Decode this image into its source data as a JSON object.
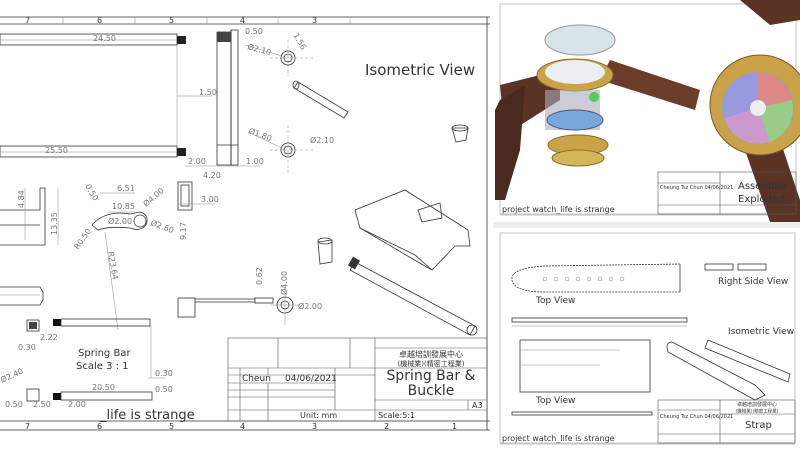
{
  "left_sheet": {
    "border_numbers_top": [
      "7",
      "6",
      "5",
      "4",
      "3"
    ],
    "border_numbers_bottom": [
      "7",
      "6",
      "5",
      "4",
      "3",
      "2",
      "1"
    ],
    "isometric_label": "Isometric View",
    "section_label_line1": "Spring Bar",
    "section_label_line2": "Scale 3 : 1",
    "project_text": "_life is strange",
    "dimensions": {
      "d1": "24.50",
      "d2": "25.50",
      "d3": "1.50",
      "d4": "0.50",
      "d5": "Ø2.10",
      "d6": "1.56",
      "d7": "Ø1.80",
      "d8": "Ø2.10",
      "d9": "2.00",
      "d10": "1.00",
      "d11": "4.20",
      "d12": "3.00",
      "d13": "9.17",
      "d14": "4.84",
      "d15": "13.35",
      "d16": "6.51",
      "d17": "10.85",
      "d18": "Ø4.00",
      "d19": "Ø2.60",
      "d20": "Ø2.00",
      "d21": "R0.50",
      "d22": "0.50",
      "d23": "R23.64",
      "d24": "0.62",
      "d25": "Ø4.00",
      "d26": "Ø2.00",
      "d27": "2.22",
      "d28": "0.30",
      "d29": "0.30",
      "d30": "0.50",
      "d31": "20.50",
      "d32": "2.00",
      "d33": "2.50",
      "d34": "0.50",
      "d35": "Ø2.40"
    },
    "title_block": {
      "org_line1": "卓越培訓發展中心",
      "org_line2": "(機械業)(精密工程業)",
      "drawn_by": "Cheun",
      "date": "04/06/2021",
      "title": "Spring Bar & Buckle",
      "size": "A3",
      "unit": "Unit: mm",
      "scale": "Scale:5:1"
    }
  },
  "top_right_sheet": {
    "project_text": "project watch_life is strange",
    "title_line1": "Assemble",
    "title_line2": "Exploded",
    "drawn_by": "Cheung Tsz Chun",
    "date": "04/06/2021"
  },
  "bottom_right_sheet": {
    "top_view_label": "Top View",
    "top_view_label_2": "Top View",
    "right_side_label": "Right Side View",
    "isometric_label": "Isometric View",
    "project_text": "project watch_life is strange",
    "title": "Strap",
    "org_line1": "卓越培訓發展中心",
    "org_line2": "(機械業)(精密工程業)",
    "drawn_by": "Cheung Tsz Chun",
    "date": "04/06/2021"
  },
  "colors": {
    "strap": "#5a3325",
    "gold": "#c9a24a",
    "line": "#333333"
  }
}
